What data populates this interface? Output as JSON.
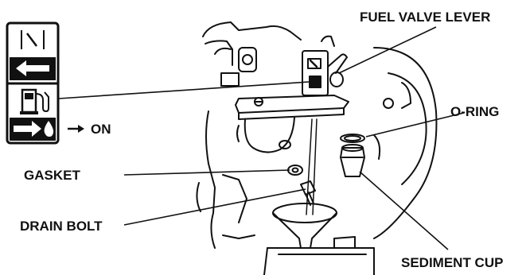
{
  "labels": {
    "fuel_valve_lever": "FUEL VALVE LEVER",
    "on": "ON",
    "o_ring": "O-RING",
    "gasket": "GASKET",
    "drain_bolt": "DRAIN BOLT",
    "sediment_cup": "SEDIMENT CUP"
  },
  "icons": {
    "panel": "fuel-valve-indicator-panel",
    "valve_symbol": "valve-lever-symbol-icon",
    "off_arrow": "left-arrow-icon",
    "fuel_pump": "fuel-pump-icon",
    "on_arrow": "right-arrow-fuel-drop-icon"
  },
  "colors": {
    "ink": "#111111",
    "background": "#ffffff"
  }
}
